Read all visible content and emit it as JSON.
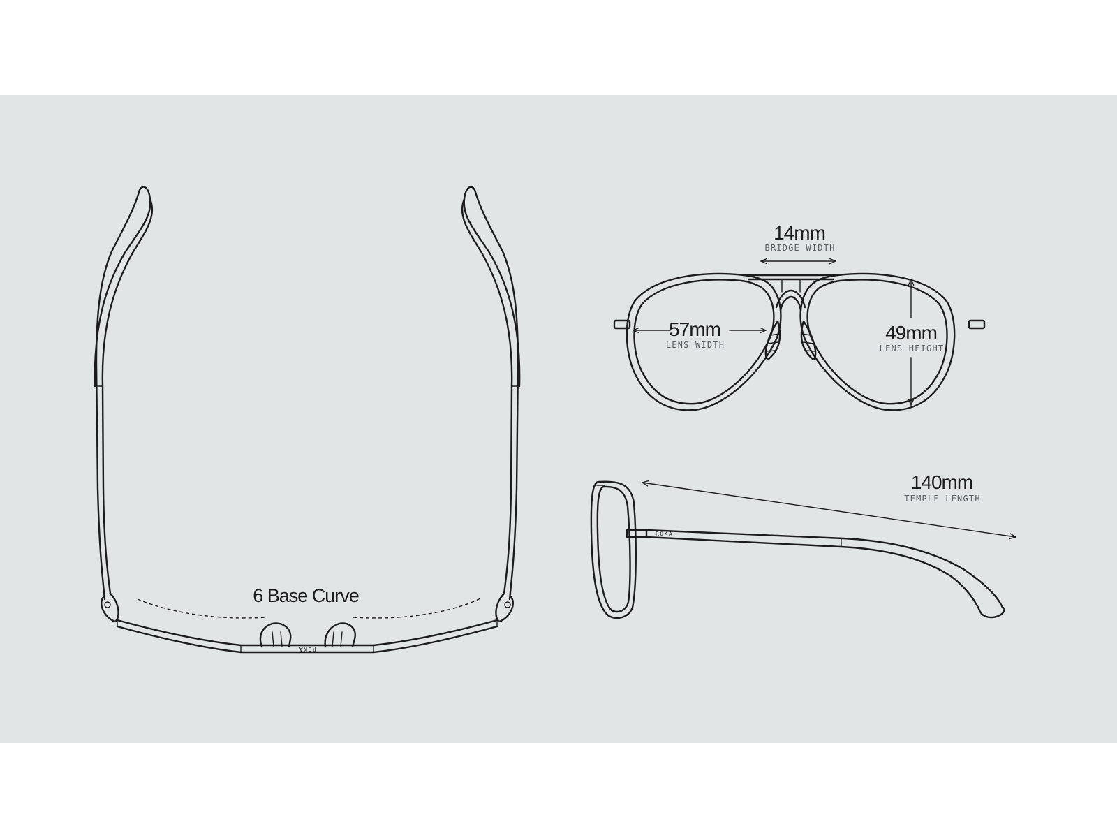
{
  "top_view": {
    "curve_value": "6 Base Curve",
    "brand_mark": "RŌKA"
  },
  "front_view": {
    "bridge": {
      "value": "14mm",
      "label": "BRIDGE WIDTH"
    },
    "lens_width": {
      "value": "57mm",
      "label": "LENS WIDTH"
    },
    "lens_height": {
      "value": "49mm",
      "label": "LENS HEIGHT"
    }
  },
  "side_view": {
    "temple": {
      "value": "140mm",
      "label": "TEMPLE LENGTH"
    },
    "brand_mark": "RŌKA"
  },
  "colors": {
    "background": "#e2e5e6",
    "line": "#1c1c1c",
    "page": "#ffffff"
  }
}
